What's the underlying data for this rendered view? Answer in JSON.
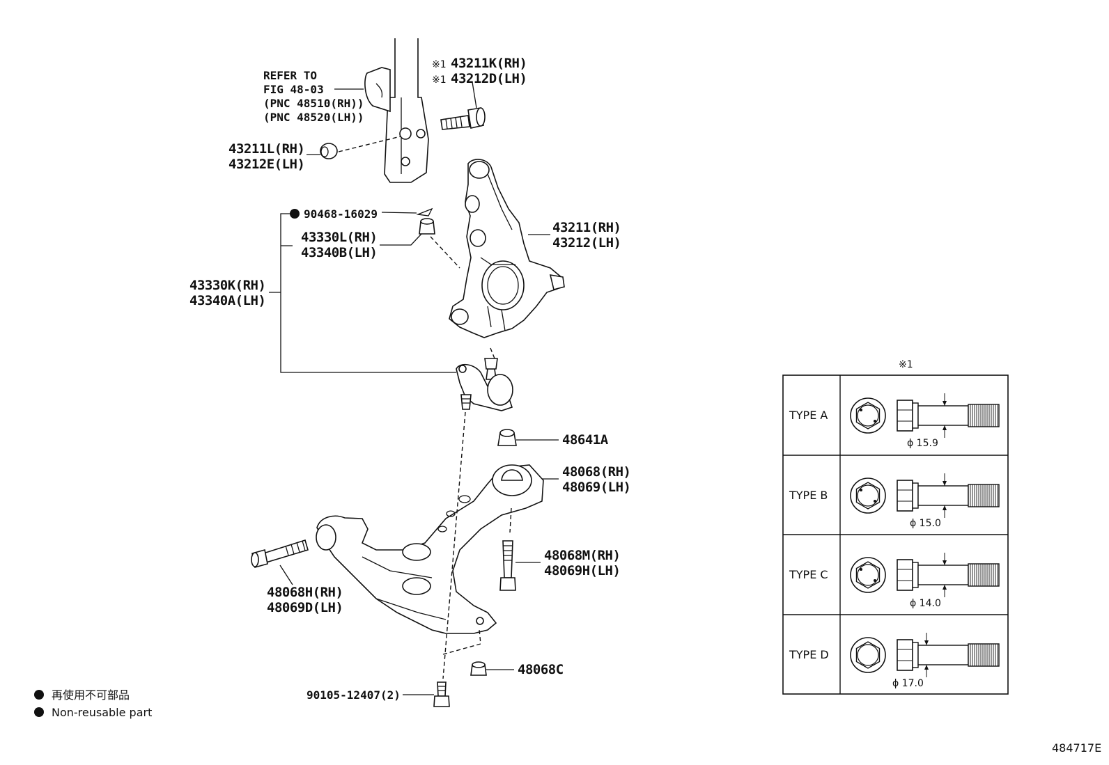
{
  "refer": {
    "line1": "REFER TO",
    "line2": "FIG 48-03",
    "line3": "(PNC 48510(RH))",
    "line4": "(PNC 48520(LH))"
  },
  "labels": {
    "p43211K": "43211K(RH)",
    "p43212D": "43212D(LH)",
    "p43211L": "43211L(RH)",
    "p43212E": "43212E(LH)",
    "p90468": "90468-16029",
    "p43330L": "43330L(RH)",
    "p43340B": "43340B(LH)",
    "p43211": "43211(RH)",
    "p43212": "43212(LH)",
    "p43330K": "43330K(RH)",
    "p43340A": "43340A(LH)",
    "p48641A": "48641A",
    "p48068": "48068(RH)",
    "p48069": "48069(LH)",
    "p48068M": "48068M(RH)",
    "p48069H": "48069H(LH)",
    "p48068H": "48068H(RH)",
    "p48069D": "48069D(LH)",
    "p48068C": "48068C",
    "p90105": "90105-12407(2)"
  },
  "marks": {
    "ref_mark": "※1"
  },
  "legend": {
    "jp": "再使用不可部品",
    "en": "Non-reusable part"
  },
  "types_table": {
    "header": "※1",
    "rows": [
      {
        "type": "TYPE A",
        "dia": "ϕ 15.9"
      },
      {
        "type": "TYPE B",
        "dia": "ϕ 15.0"
      },
      {
        "type": "TYPE C",
        "dia": "ϕ 14.0"
      },
      {
        "type": "TYPE D",
        "dia": "ϕ 17.0"
      }
    ]
  },
  "figure_id": "484717E"
}
